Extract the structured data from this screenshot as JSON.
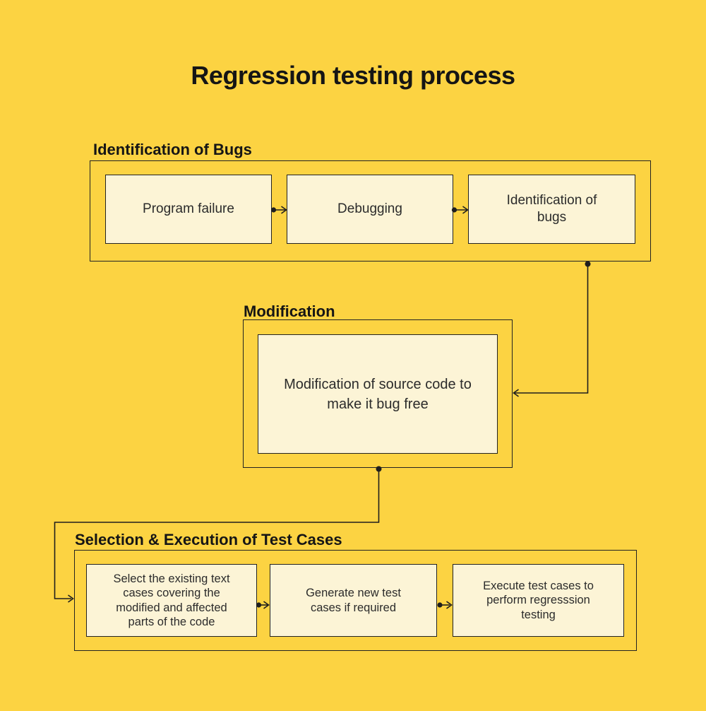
{
  "title": "Regression testing process",
  "colors": {
    "background": "#FCD342",
    "box_fill": "#FCF4D6",
    "border": "#222222",
    "connector": "#1E1E1E",
    "heading_text": "#151515",
    "box_text": "#2B2B2B"
  },
  "sections": [
    {
      "heading": "Identification of Bugs",
      "boxes": [
        {
          "label": "Program failure"
        },
        {
          "label": "Debugging"
        },
        {
          "label": "Identification of\nbugs"
        }
      ]
    },
    {
      "heading": "Modification",
      "boxes": [
        {
          "label": "Modification of source code to\nmake it bug free"
        }
      ]
    },
    {
      "heading": "Selection & Execution of Test Cases",
      "boxes": [
        {
          "label": "Select the existing text\ncases covering the\nmodified and affected\nparts of the code"
        },
        {
          "label": "Generate new test\ncases if required"
        },
        {
          "label": "Execute test cases to\nperform regresssion\ntesting"
        }
      ]
    }
  ]
}
